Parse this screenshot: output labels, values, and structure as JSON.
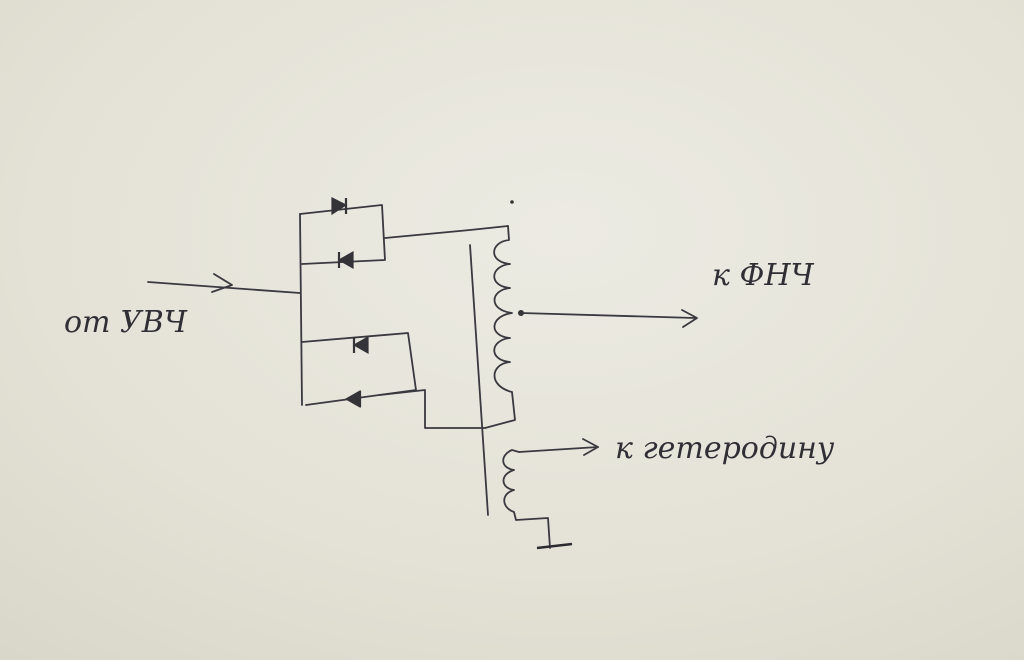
{
  "labels": {
    "input": "от УВЧ",
    "output_lowpass": "к ФНЧ",
    "output_oscillator": "к гетеродину"
  }
}
